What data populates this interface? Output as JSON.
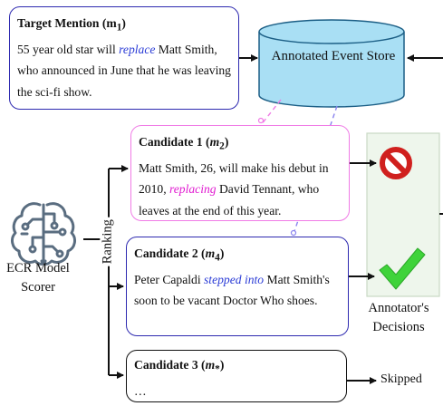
{
  "target": {
    "title": "Target Mention (m",
    "sub": "1",
    "body_before": "55 year old star will ",
    "body_highlight": "replace",
    "body_after": " Matt Smith, who announced in June that he was leaving the sci-fi show."
  },
  "store": {
    "label": "Annotated Event Store"
  },
  "candidates": [
    {
      "title": "Candidate 1 (",
      "mention": "m",
      "sub": "2",
      "body_before": "Matt Smith, 26, will make his debut in 2010, ",
      "body_highlight": "replacing",
      "body_after": " David Tennant, who leaves at the end of this year."
    },
    {
      "title": "Candidate 2 (",
      "mention": "m",
      "sub": "4",
      "body_before": "Peter Capaldi ",
      "body_highlight": "stepped into",
      "body_after": " Matt Smith's soon to be vacant Doctor Who shoes."
    },
    {
      "title": "Candidate 3 (",
      "mention": "m",
      "sub": "*",
      "body": "…"
    }
  ],
  "scorer": {
    "label": "ECR Model Scorer",
    "icon": "brain-circuit-icon"
  },
  "ranking": {
    "label": "Ranking"
  },
  "decisions": {
    "label": "Annotator's Decisions"
  },
  "skipped": {
    "label": "Skipped"
  },
  "colors": {
    "store_fill": "#a9dff4",
    "store_stroke": "#1c5f86",
    "decision_panel": "#eef6ec",
    "reject": "#d0201e",
    "accept": "#3fd33a",
    "scorer_icon": "#5a6d80"
  }
}
